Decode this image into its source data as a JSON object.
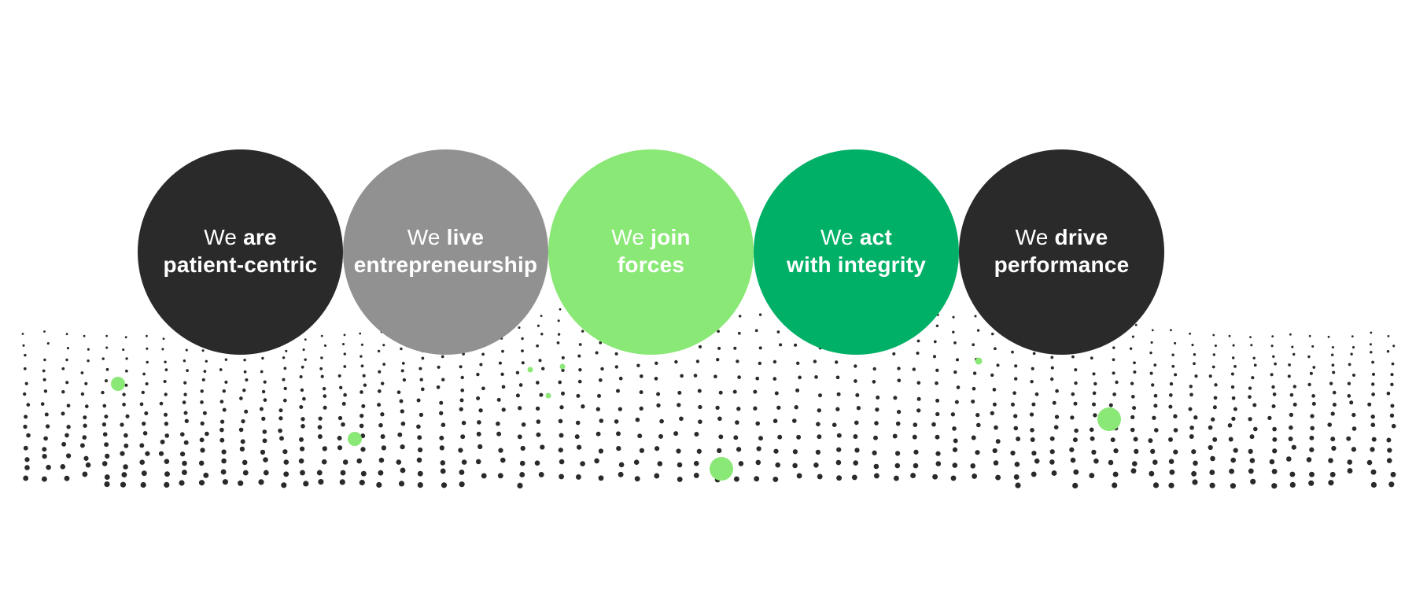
{
  "values": [
    {
      "prefix": "We",
      "bold1": "are",
      "bold2": "patient-centric",
      "color": "#2a2a2a"
    },
    {
      "prefix": "We",
      "bold1": "live",
      "bold2": "entrepreneurship",
      "color": "#919191"
    },
    {
      "prefix": "We",
      "bold1": "join",
      "bold2": "forces",
      "color": "#8ae876"
    },
    {
      "prefix": "We",
      "bold1": "act",
      "bold2": "with integrity",
      "color": "#00b066"
    },
    {
      "prefix": "We",
      "bold1": "drive",
      "bold2": "performance",
      "color": "#2a2a2a"
    }
  ],
  "colors": {
    "dots": "#2a2a2a",
    "accent_dots": "#8ae876",
    "background": "#ffffff"
  }
}
